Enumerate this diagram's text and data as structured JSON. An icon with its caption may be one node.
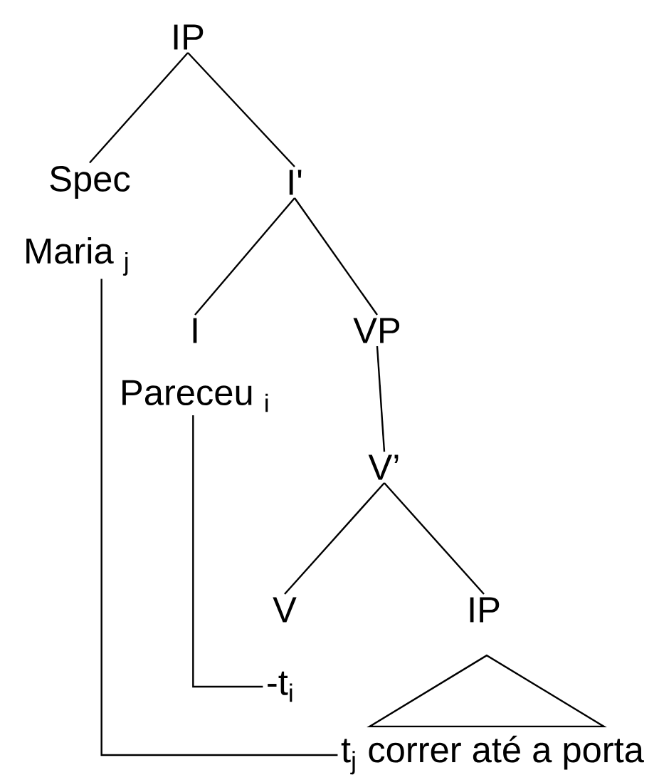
{
  "diagram": {
    "nodes": [
      {
        "text": [
          "IP"
        ]
      },
      {
        "text": [
          "Spec"
        ]
      },
      {
        "text": [
          "I'"
        ]
      },
      {
        "text": [
          "Maria $_{j}$"
        ]
      },
      {
        "text": [
          "I"
        ]
      },
      {
        "text": [
          "VP"
        ]
      },
      {
        "text": [
          "Pareceu $_{i}$"
        ]
      },
      {
        "text": [
          "V’"
        ]
      },
      {
        "text": [
          "V"
        ]
      },
      {
        "text": [
          "IP"
        ]
      },
      {
        "text": [
          "-t$_{i}$"
        ]
      },
      {
        "text": [
          "t$_{j}$ correr até a porta"
        ]
      },
      {
        "text": [],
        "shape": "triangle"
      }
    ],
    "edges": [
      {
        "from": 0,
        "to": 1,
        "arrow": "none"
      },
      {
        "from": 0,
        "to": 2,
        "arrow": "none"
      },
      {
        "from": 2,
        "to": 4,
        "arrow": "none"
      },
      {
        "from": 2,
        "to": 5,
        "arrow": "none"
      },
      {
        "from": 5,
        "to": 7,
        "arrow": "none"
      },
      {
        "from": 7,
        "to": 8,
        "arrow": "none"
      },
      {
        "from": 7,
        "to": 9,
        "arrow": "none"
      },
      {
        "from": 3,
        "to": 11,
        "arrow": "none"
      },
      {
        "from": 6,
        "to": 10,
        "arrow": "none"
      }
    ]
  }
}
